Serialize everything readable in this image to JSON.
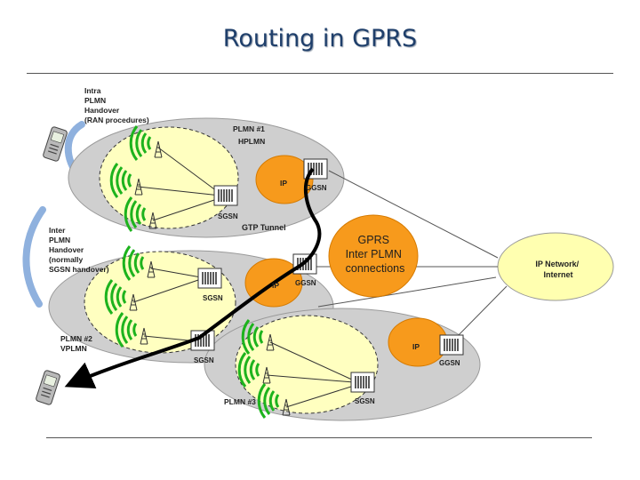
{
  "title": "Routing in GPRS",
  "labels": {
    "intra_lines": [
      "Intra",
      "PLMN",
      "Handover",
      "(RAN procedures)"
    ],
    "inter_lines": [
      "Inter",
      "PLMN",
      "Handover",
      "(normally",
      "SGSN handover)"
    ],
    "plmn1": "PLMN #1",
    "hplmn": "HPLMN",
    "plmn2": "PLMN #2",
    "vplmn": "VPLMN",
    "plmn3": "PLMN #3",
    "gtp_tunnel": "GTP Tunnel",
    "gprs_lines": [
      "GPRS",
      "Inter PLMN",
      "connections"
    ],
    "ip_network_lines": [
      "IP Network/",
      "Internet"
    ],
    "ip": "IP",
    "sgsn": "SGSN",
    "ggsn": "GGSN"
  },
  "colors": {
    "title": "#1f3f6b",
    "plmn_fill": "#cfcfcf",
    "ran_fill": "#ffffc0",
    "ip_fill": "#f79a1c",
    "internet_fill": "#ffffb0",
    "antenna_green": "#1db31d",
    "handover_arrow": "#8fb1de"
  }
}
